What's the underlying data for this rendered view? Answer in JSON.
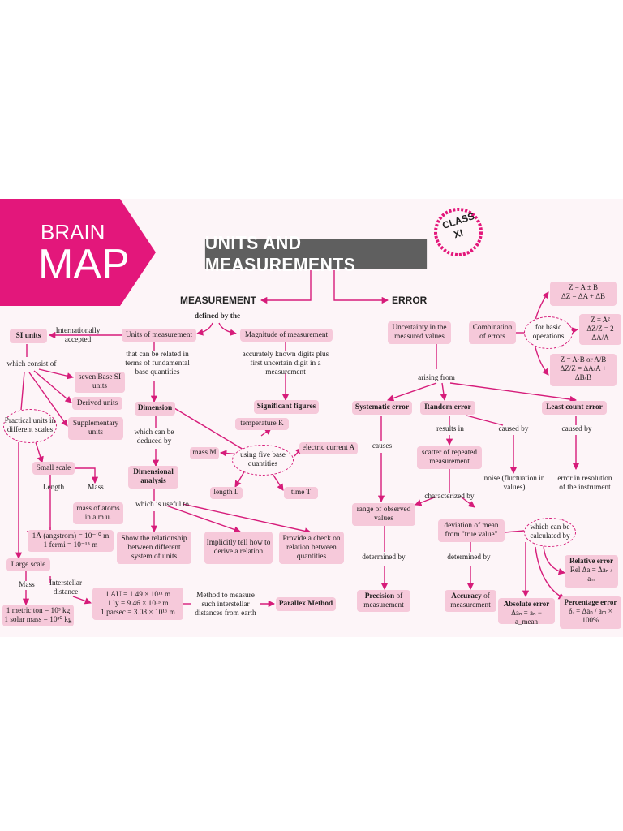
{
  "header": {
    "brain": "BRAIN",
    "map": "MAP",
    "title": "UNITS AND MEASUREMENTS",
    "badge_line1": "CLASS",
    "badge_line2": "XI"
  },
  "measurement": {
    "heading": "MEASUREMENT",
    "defined_by": "defined by the",
    "units_of_measurement": "Units of measurement",
    "magnitude": "Magnitude of measurement",
    "intl_accepted": "Internationally accepted",
    "si_units": "SI units",
    "which_consist_of": "which consist of",
    "seven_base": "seven Base SI units",
    "derived": "Derived units",
    "supplementary": "Supplementary units",
    "practical_units": "Practical units in different scales",
    "related": "that can be related in terms of fundamental base quantities",
    "known_digits": "accurately known digits plus first uncertain digit in a measurement",
    "significant_figures": "Significant figures",
    "dimension": "Dimension",
    "which_deduced": "which can be deduced by",
    "dimensional_analysis": "Dimensional analysis",
    "useful_to": "which is useful to",
    "show_relationship": "Show the relationship between different system of units",
    "implicitly": "Implicitly tell how to derive a relation",
    "provide_check": "Provide a check on relation between quantities",
    "five_base": "using five base quantities",
    "temperature": "temperature K",
    "mass_m": "mass M",
    "electric_current": "electric current A",
    "length_l": "length L",
    "time_t": "time T",
    "small_scale": "Small scale",
    "length": "Length",
    "mass": "Mass",
    "atoms_amu": "mass of atoms in a.m.u.",
    "angstrom": "1Å (angstrom) = 10⁻¹⁰ m",
    "fermi": "1 fermi = 10⁻¹⁵ m",
    "large_scale": "Large scale",
    "large_mass": "Mass",
    "interstellar": "Interstellar distance",
    "metric_ton": "1 metric ton = 10³ kg",
    "solar_mass": "1 solar mass = 10³⁰ kg",
    "au": "1 AU = 1.49 × 10¹¹ m",
    "ly": "1 ly = 9.46 × 10¹⁵ m",
    "parsec": "1 parsec = 3.08 × 10¹⁶ m",
    "method_measure": "Method to measure such interstellar distances from earth",
    "parallax": "Parallex Method"
  },
  "error": {
    "heading": "ERROR",
    "uncertainty": "Uncertainty in the measured values",
    "combination": "Combination of errors",
    "for_basic": "for basic operations",
    "f1_a": "Z = A ± B",
    "f1_b": "ΔZ = ΔA + ΔB",
    "f2_a": "Z = A²",
    "f2_b": "ΔZ/Z = 2 ΔA/A",
    "f3_a": "Z = A·B or A/B",
    "f3_b": "ΔZ/Z = ΔA/A + ΔB/B",
    "arising_from": "arising from",
    "systematic": "Systematic error",
    "random": "Random error",
    "least_count": "Least count error",
    "causes": "causes",
    "results_in": "results in",
    "caused_by_1": "caused by",
    "caused_by_2": "caused by",
    "scatter": "scatter of repeated measurement",
    "noise": "noise (fluctuation in values)",
    "resolution": "error in resolution of the instrument",
    "characterized_by": "characterized by",
    "range_observed": "range of observed values",
    "deviation": "deviation of mean from \"true value\"",
    "calculated_by": "which can be calculated by",
    "determined_by_1": "determined by",
    "determined_by_2": "determined by",
    "precision_b": "Precision",
    "precision_r": " of measurement",
    "accuracy_b": "Accuracy",
    "accuracy_r": " of measurement",
    "absolute_error": "Absolute error",
    "absolute_formula": "Δaₙ = aₙ − a_mean",
    "relative_error": "Relative error",
    "relative_formula": "Rel Δa = Δaₙ / aₘ",
    "percentage_error": "Percentage error",
    "percentage_formula": "δₐ = Δaₙ / aₘ × 100%"
  },
  "colors": {
    "magenta": "#e3177b",
    "pink_box": "#f6c9da",
    "title_bg": "#5f5f5f",
    "background": "#fdf5f8"
  }
}
